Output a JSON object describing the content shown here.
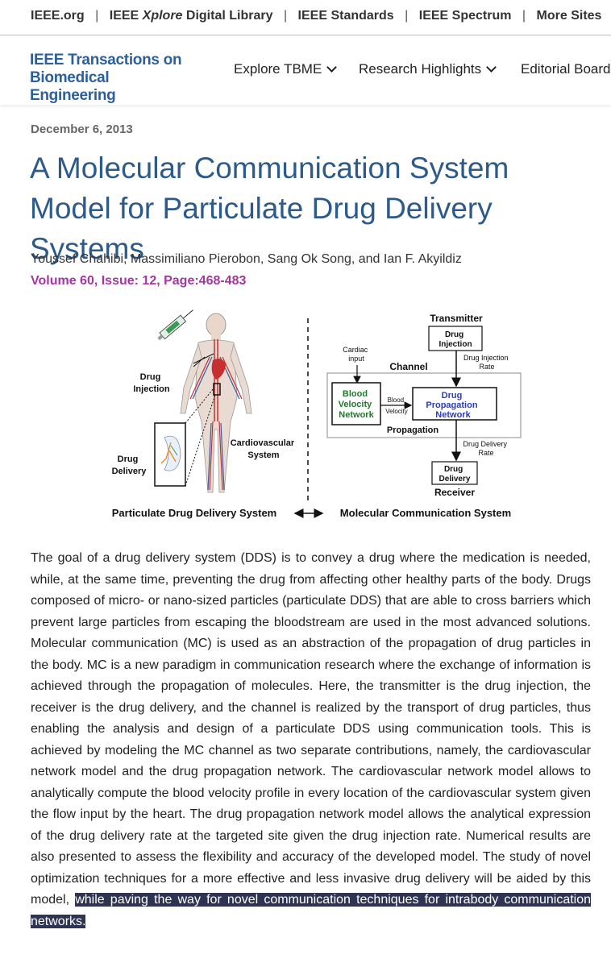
{
  "topbar": {
    "links": [
      {
        "label": "IEEE.org"
      },
      {
        "label_pre": "IEEE ",
        "label_em": "Xplore",
        "label_post": " Digital Library"
      },
      {
        "label": "IEEE Standards"
      },
      {
        "label": "IEEE Spectrum"
      },
      {
        "label": "More Sites"
      }
    ],
    "separator": "|"
  },
  "header": {
    "logo_line1": "IEEE Transactions on",
    "logo_line2": "Biomedical Engineering",
    "nav": [
      {
        "label": "Explore TBME",
        "icon": "chevron-down-icon"
      },
      {
        "label": "Research Highlights",
        "icon": "chevron-down-icon"
      },
      {
        "label": "Editorial Board"
      }
    ]
  },
  "article": {
    "date": "December 6, 2013",
    "title": "A Molecular Communication System Model for Particulate Drug Delivery Systems",
    "authors": "Youssef Chahibi, Massimiliano Pierobon, Sang Ok Song, and Ian F. Akyildiz",
    "volume": "Volume 60, Issue: 12, Page:468-483",
    "abstract_main": "The goal of a drug delivery system (DDS) is to convey a drug where the medication is needed, while, at the same time, preventing the drug from affecting other healthy parts of the body. Drugs composed of micro- or nano-sized particles (particulate DDS) that are able to cross barriers which prevent large particles from escaping the bloodstream are used in the most advanced solutions. Molecular communication (MC) is used as an abstraction of the propagation of drug particles in the body. MC is a new paradigm in communication research where the exchange of information is achieved through the propagation of molecules. Here, the transmitter is the drug injection, the receiver is the drug delivery, and the channel is realized by the transport of drug particles, thus enabling the analysis and design of a particulate DDS using communication tools. This is achieved by modeling the MC channel as two separate contributions, namely, the cardiovascular network model and the drug propagation network. The cardiovascular network model allows to analytically compute the blood velocity profile in every location of the cardiovascular system given the flow input by the heart. The drug propagation network model allows the analytical expression of the drug delivery rate at the targeted site given the drug injection rate. Numerical results are also presented to assess the flexibility and accuracy of the developed model. The study of novel optimization techniques for a more effective and less invasive drug delivery will be aided by this model, ",
    "abstract_highlighted": "while paving the way for novel communication techniques for intrabody communication networks."
  },
  "figure": {
    "drug_injection": "Drug\nInjection",
    "drug_delivery": "Drug\nDelivery",
    "cardiovascular_system": "Cardiovascular\nSystem",
    "caption_left": "Particulate Drug Delivery System",
    "caption_right": "Molecular Communication System",
    "transmitter": "Transmitter",
    "tx_box": "Drug\nInjection",
    "drug_injection_rate": "Drug Injection\nRate",
    "cardiac_input": "Cardiac\ninput",
    "channel": "Channel",
    "blood_velocity_network": "Blood\nVelocity\nNetwork",
    "blood_velocity": "Blood\nVelocity",
    "drug_propagation_network": "Drug\nPropagation\nNetwork",
    "propagation": "Propagation",
    "drug_delivery_rate": "Drug Delivery\nRate",
    "rx_box": "Drug\nDelivery",
    "receiver": "Receiver"
  }
}
